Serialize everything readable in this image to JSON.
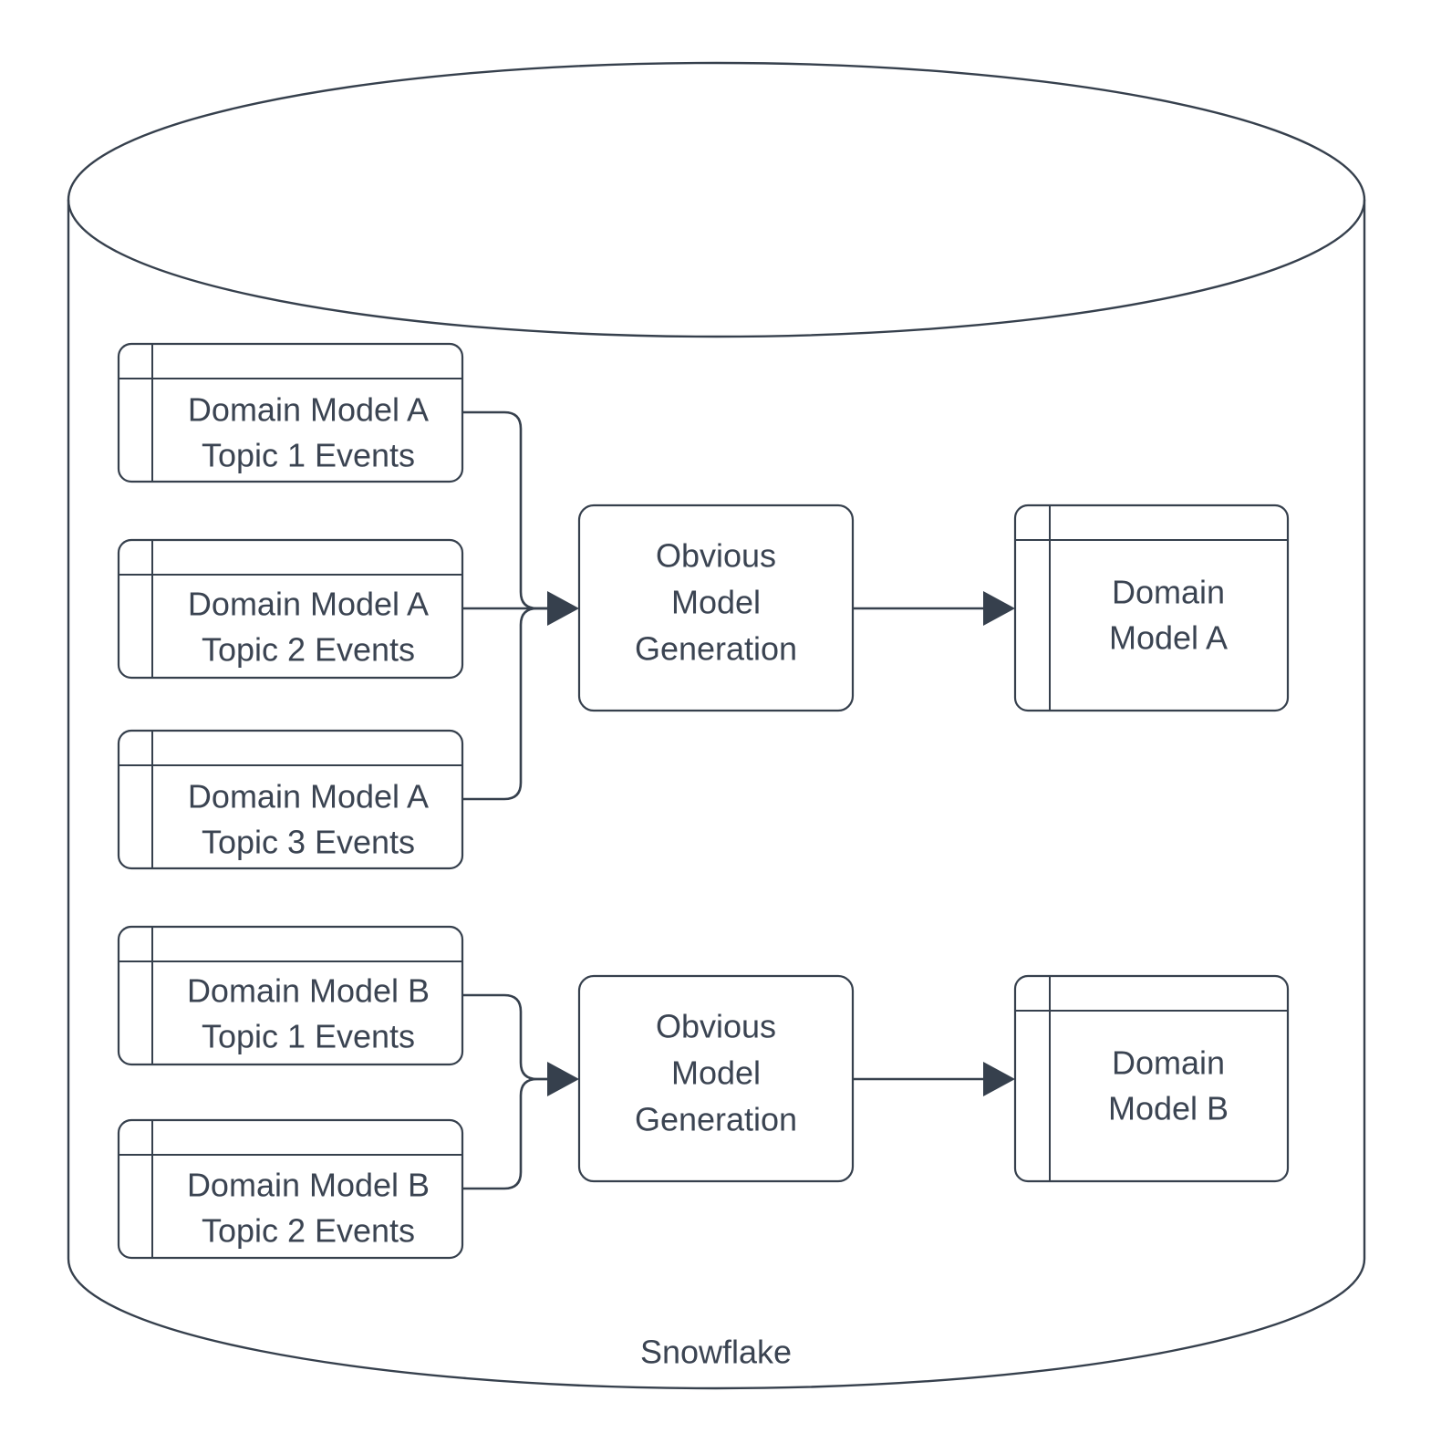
{
  "diagram": {
    "title": "Snowflake",
    "container": {
      "label": "Snowflake",
      "shape": "cylinder",
      "stroke_color": "#36404d",
      "fill_color": "#ffffff"
    },
    "text_color": "#3b4452",
    "source_tables": [
      {
        "id": "a-topic-1",
        "line1": "Domain Model A",
        "line2": "Topic 1 Events",
        "icon": "table-icon"
      },
      {
        "id": "a-topic-2",
        "line1": "Domain Model A",
        "line2": "Topic 2 Events",
        "icon": "table-icon"
      },
      {
        "id": "a-topic-3",
        "line1": "Domain Model A",
        "line2": "Topic 3 Events",
        "icon": "table-icon"
      },
      {
        "id": "b-topic-1",
        "line1": "Domain Model B",
        "line2": "Topic 1 Events",
        "icon": "table-icon"
      },
      {
        "id": "b-topic-2",
        "line1": "Domain Model B",
        "line2": "Topic 2 Events",
        "icon": "table-icon"
      }
    ],
    "processes": [
      {
        "id": "gen-a",
        "line1": "Obvious",
        "line2": "Model",
        "line3": "Generation"
      },
      {
        "id": "gen-b",
        "line1": "Obvious",
        "line2": "Model",
        "line3": "Generation"
      }
    ],
    "outputs": [
      {
        "id": "model-a",
        "line1": "Domain",
        "line2": "Model A",
        "icon": "table-icon"
      },
      {
        "id": "model-b",
        "line1": "Domain",
        "line2": "Model B",
        "icon": "table-icon"
      }
    ]
  }
}
